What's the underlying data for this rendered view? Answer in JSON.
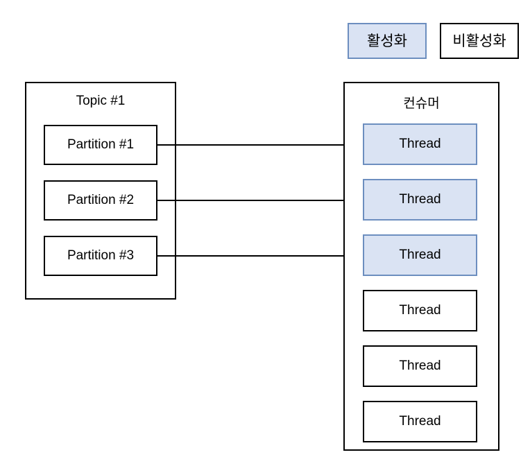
{
  "legend": {
    "active": {
      "label": "활성화",
      "fill": "#dae3f3",
      "stroke": "#6c8ebf"
    },
    "inactive": {
      "label": "비활성화",
      "fill": "#ffffff",
      "stroke": "#000000"
    }
  },
  "topic": {
    "title": "Topic #1",
    "partitions": [
      {
        "label": "Partition #1"
      },
      {
        "label": "Partition #2"
      },
      {
        "label": "Partition #3"
      }
    ]
  },
  "consumer": {
    "title": "컨슈머",
    "threads": [
      {
        "label": "Thread",
        "state": "active"
      },
      {
        "label": "Thread",
        "state": "active"
      },
      {
        "label": "Thread",
        "state": "active"
      },
      {
        "label": "Thread",
        "state": "inactive"
      },
      {
        "label": "Thread",
        "state": "inactive"
      },
      {
        "label": "Thread",
        "state": "inactive"
      }
    ]
  },
  "connections": [
    {
      "from": "Partition #1",
      "to": "Thread 1"
    },
    {
      "from": "Partition #2",
      "to": "Thread 2"
    },
    {
      "from": "Partition #3",
      "to": "Thread 3"
    }
  ]
}
